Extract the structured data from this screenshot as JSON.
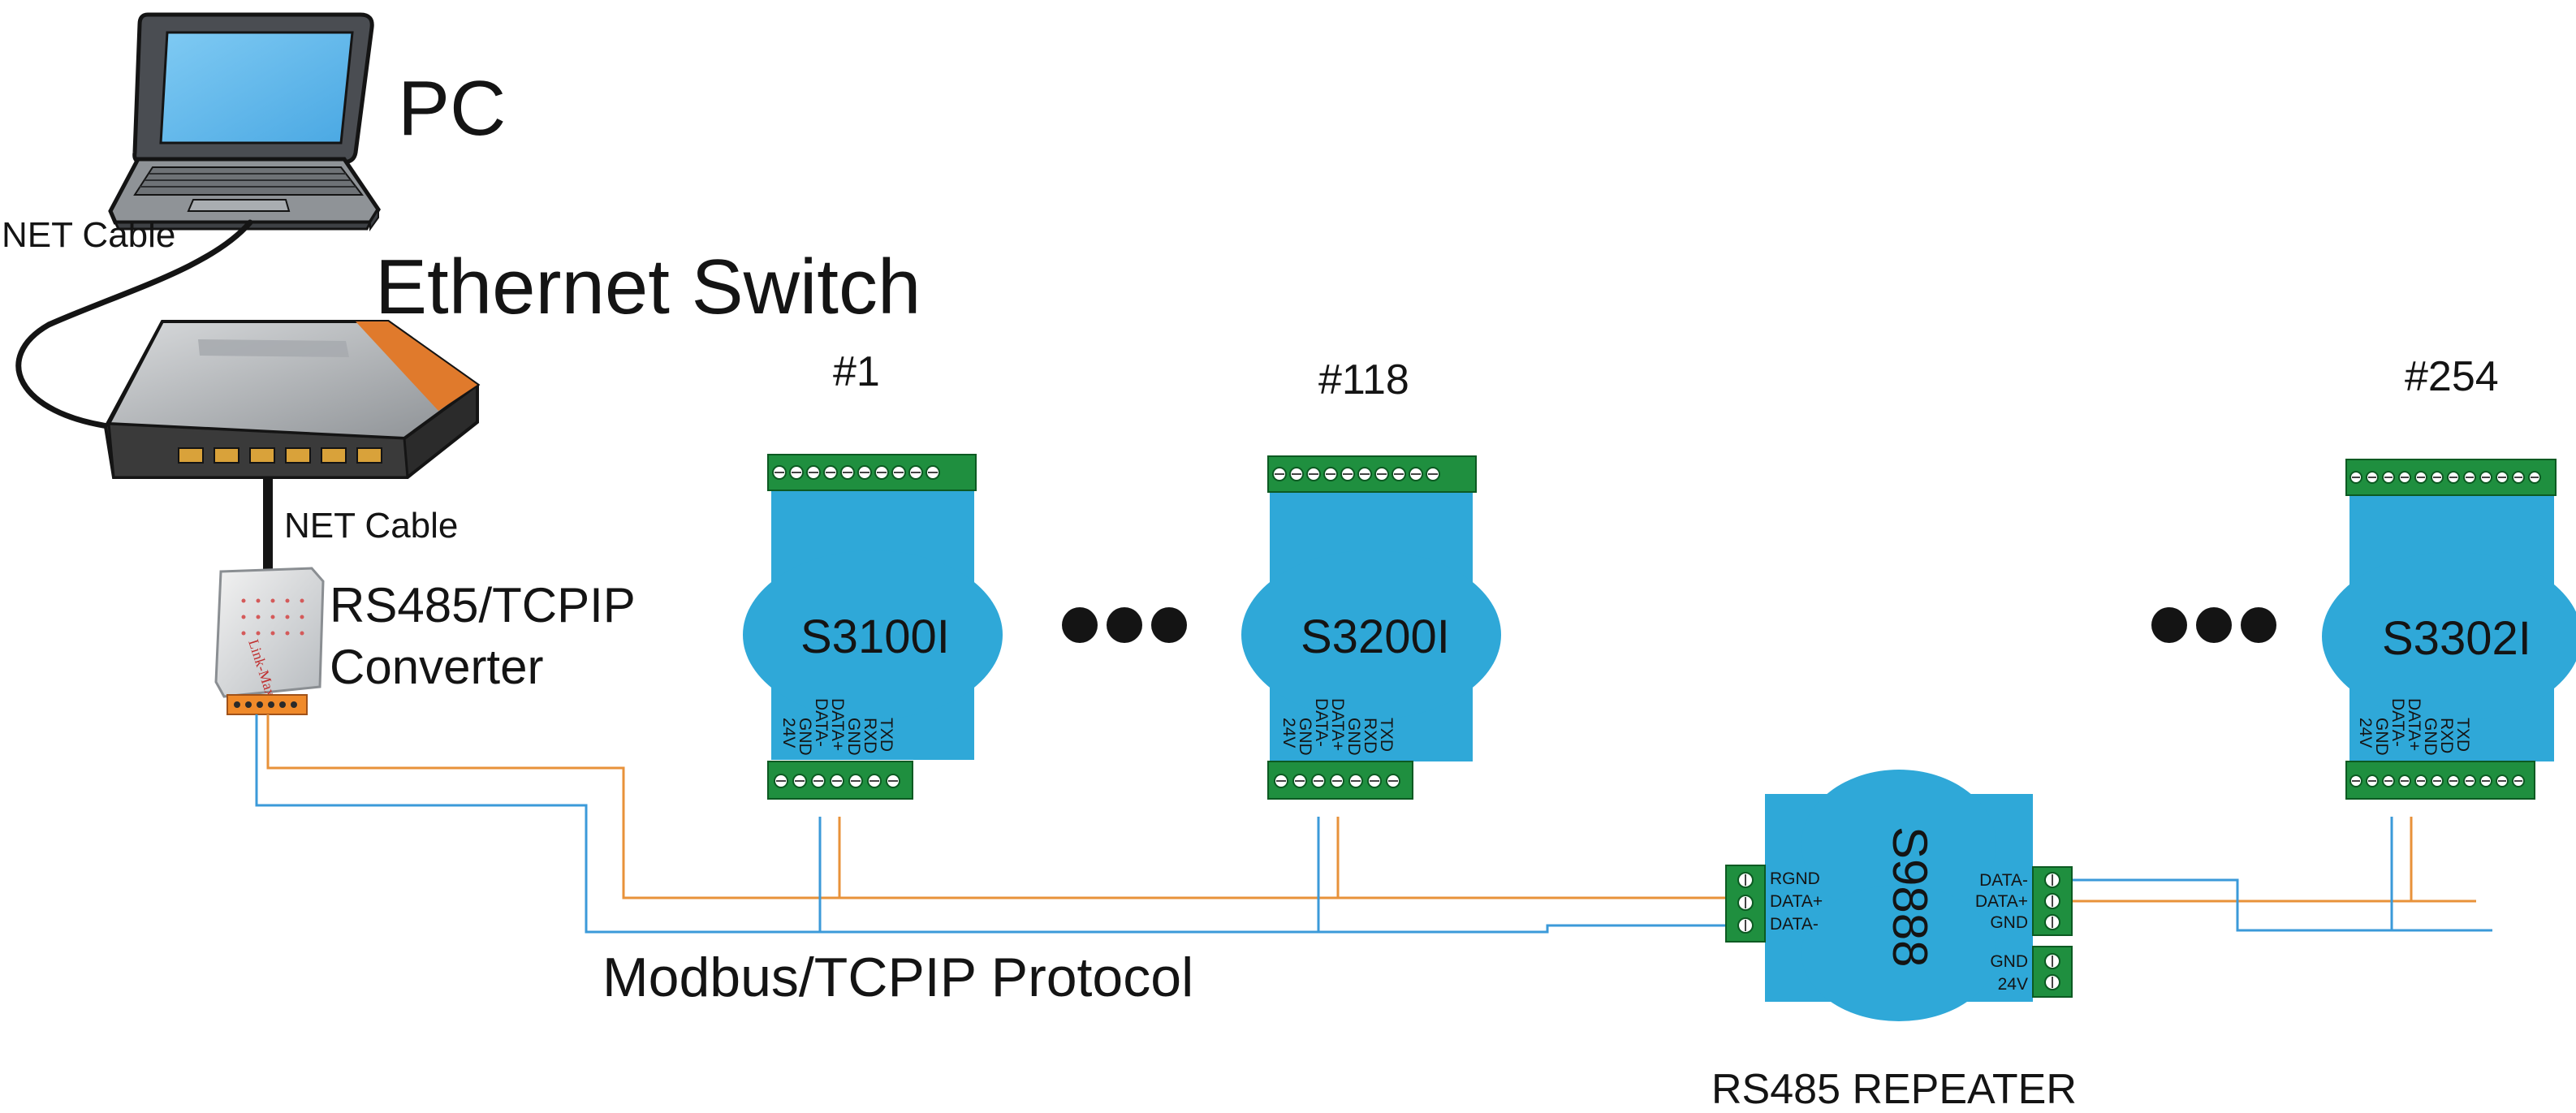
{
  "labels": {
    "pc": "PC",
    "net_cable_top": "NET Cable",
    "ethernet_switch": "Ethernet Switch",
    "net_cable_bottom": "NET Cable",
    "converter_line1": "RS485/TCPIP",
    "converter_line2": "Converter",
    "protocol": "Modbus/TCPIP Protocol",
    "repeater_caption": "RS485 REPEATER"
  },
  "brands": {
    "converter_logo": "Link-Max"
  },
  "modules": [
    {
      "id": "#1",
      "model": "S3100I",
      "pins": [
        "24V",
        "GND",
        "DATA-",
        "DATA+",
        "GND",
        "RXD",
        "TXD"
      ]
    },
    {
      "id": "#118",
      "model": "S3200I",
      "pins": [
        "24V",
        "GND",
        "DATA-",
        "DATA+",
        "GND",
        "RXD",
        "TXD"
      ]
    },
    {
      "id": "#254",
      "model": "S3302I",
      "pins": [
        "24V",
        "GND",
        "DATA-",
        "DATA+",
        "GND",
        "RXD",
        "TXD"
      ]
    }
  ],
  "repeater": {
    "model": "S9888",
    "left_pins": [
      "RGND",
      "DATA+",
      "DATA-"
    ],
    "right_pins": [
      "DATA-",
      "DATA+",
      "GND"
    ],
    "power_pins": [
      "GND",
      "24V"
    ]
  },
  "colors": {
    "module_body": "#2fa8d8",
    "terminal_block": "#1f8f3f",
    "wire_orange": "#e8923a",
    "wire_blue": "#3b9ad9",
    "converter_terminal": "#f08a2a"
  }
}
